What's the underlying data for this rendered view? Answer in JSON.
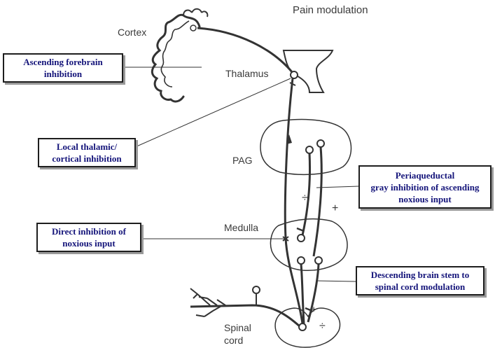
{
  "title": "Pain modulation",
  "regions": {
    "cortex": "Cortex",
    "thalamus": "Thalamus",
    "pag": "PAG",
    "medulla": "Medulla",
    "spinal_cord": "Spinal\ncord"
  },
  "signs": {
    "pag_minus": "÷",
    "pag_plus": "+",
    "spinal_plus": "+",
    "spinal_minus": "÷"
  },
  "callouts": {
    "ascending_forebrain": "Ascending forebrain\ninhibition",
    "local_thalamic": "Local thalamic/\ncortical inhibition",
    "periaqueductal": "Periaqueductal\ngray inhibition of ascending\nnoxious input",
    "direct_inhibition": "Direct inhibition of\nnoxious input",
    "descending": "Descending brain stem to\nspinal cord modulation"
  },
  "colors": {
    "line": "#333333",
    "callout_text": "#14147a",
    "label_text": "#3a3a3a"
  }
}
